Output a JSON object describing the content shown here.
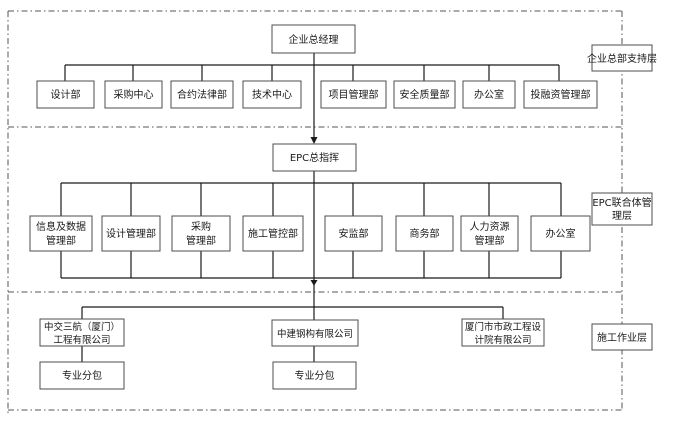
{
  "layers": {
    "support": "企业总部支持层",
    "epc": [
      "EPC联合体管",
      "理层"
    ],
    "construction": "施工作业层"
  },
  "top": {
    "general_manager": "企业总经理",
    "departments": [
      "设计部",
      "采购中心",
      "合约法律部",
      "技术中心",
      "项目管理部",
      "安全质量部",
      "办公室",
      "投融资管理部"
    ]
  },
  "epc": {
    "command": "EPC总指挥",
    "departments": [
      [
        "信息及数据",
        "管理部"
      ],
      [
        "设计管理部"
      ],
      [
        "采购",
        "管理部"
      ],
      [
        "施工管控部"
      ],
      [
        "安监部"
      ],
      [
        "商务部"
      ],
      [
        "人力资源",
        "管理部"
      ],
      [
        "办公室"
      ]
    ]
  },
  "construction": {
    "companies": [
      [
        "中交三航（厦门）",
        "工程有限公司"
      ],
      [
        "中建钢构有限公司"
      ],
      [
        "厦门市市政工程设",
        "计院有限公司"
      ]
    ],
    "subcontract": [
      "专业分包",
      "专业分包"
    ]
  }
}
